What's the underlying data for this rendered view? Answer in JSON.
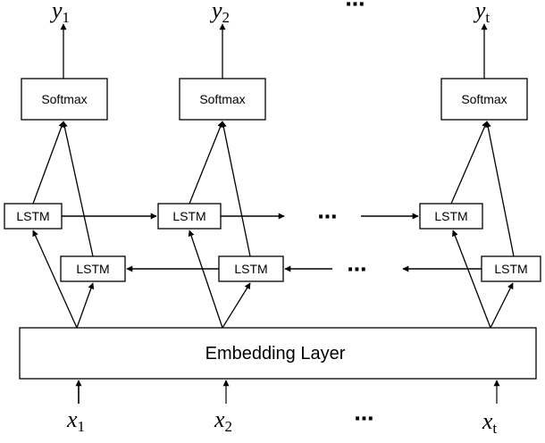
{
  "outputs": [
    {
      "base": "y",
      "sub": "1"
    },
    {
      "base": "y",
      "sub": "2"
    },
    {
      "base": "y",
      "sub": "t"
    }
  ],
  "inputs": [
    {
      "base": "x",
      "sub": "1"
    },
    {
      "base": "x",
      "sub": "2"
    },
    {
      "base": "x",
      "sub": "t"
    }
  ],
  "softmax_label": "Softmax",
  "lstm_label": "LSTM",
  "embedding_label": "Embedding Layer",
  "ellipsis": "⋯"
}
